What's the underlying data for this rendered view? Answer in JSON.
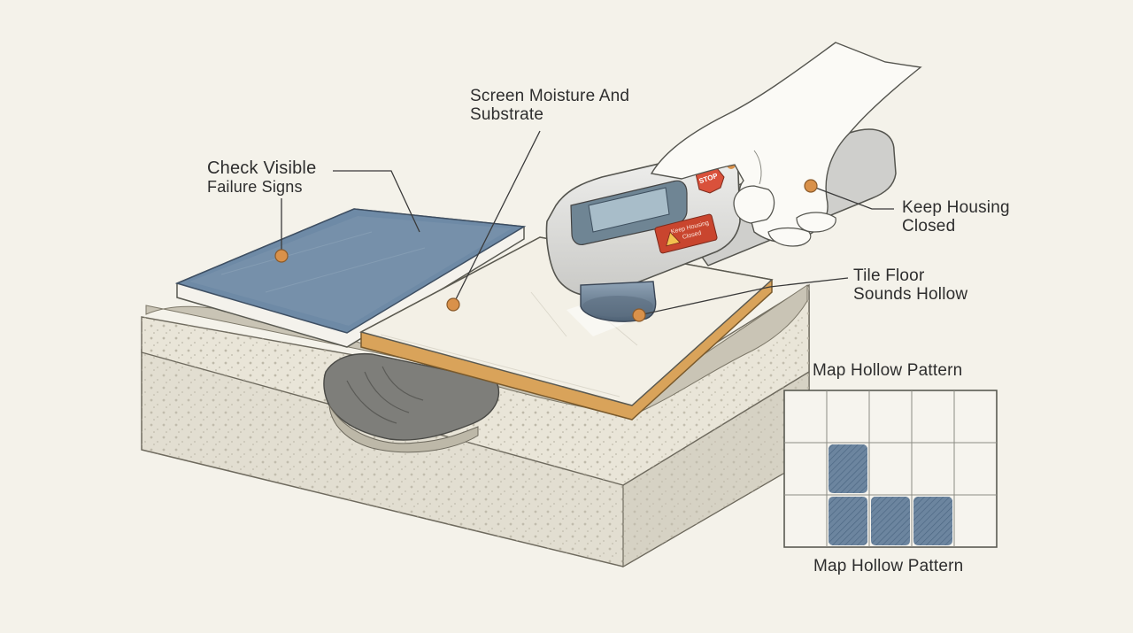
{
  "labels": {
    "check_visible": {
      "line1": "Check Visible",
      "line2": "Failure Signs"
    },
    "screen_moisture": {
      "line1": "Screen Moisture And",
      "line2": "Substrate"
    },
    "keep_housing": {
      "line1": "Keep Housing",
      "line2": "Closed"
    },
    "tile_floor": {
      "line1": "Tile Floor",
      "line2": "Sounds Hollow"
    },
    "map_pattern_title": "Map Hollow Pattern",
    "map_pattern_caption": "Map Hollow Pattern"
  },
  "meter": {
    "warning_sticker": {
      "line1": "Keep Housing",
      "line2": "Closed"
    },
    "stop_sticker": "STOP"
  },
  "hollow_map": {
    "columns": 5,
    "rows": 3,
    "hollow_cells": [
      [
        1,
        1
      ],
      [
        1,
        2
      ],
      [
        2,
        2
      ],
      [
        3,
        2
      ]
    ]
  },
  "colors": {
    "background": "#f4f2ea",
    "callout_dot": "#d9914a",
    "leader_line": "#3a3a3a",
    "blue_tile": "#6e8aa6",
    "cream_tile": "#f3f0e6",
    "tile_edge": "#d9a35a",
    "hollow_fill": "#5d7996",
    "meter_body": "#e4e4e2",
    "meter_screen": "#a8bdc9",
    "warning_red": "#c9452e"
  }
}
